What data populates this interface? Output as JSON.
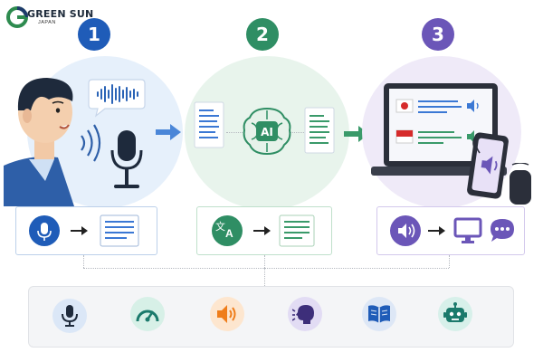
{
  "logo": {
    "name": "GREEN SUN",
    "sub": "JAPAN"
  },
  "steps": [
    {
      "number": "1",
      "color": "#1f5cb8"
    },
    {
      "number": "2",
      "color": "#2f8e64"
    },
    {
      "number": "3",
      "color": "#6b56b8"
    }
  ],
  "ai_chip_label": "AI",
  "translate_icon_glyphs": {
    "source": "文",
    "target": "A"
  },
  "colors": {
    "blue": "#1f5cb8",
    "green": "#2f8e64",
    "purple": "#6b56b8",
    "orange": "#ef7d1a"
  },
  "pipeline": [
    {
      "stage": "speech-to-text",
      "from_icon": "microphone-icon",
      "to_icon": "document-icon"
    },
    {
      "stage": "translation",
      "from_icon": "translate-icon",
      "to_icon": "document-icon"
    },
    {
      "stage": "text-to-speech",
      "from_icon": "speaker-icon",
      "to_icons": [
        "monitor-icon",
        "chat-bubble-icon"
      ]
    }
  ],
  "tools": [
    {
      "icon": "microphone-icon"
    },
    {
      "icon": "speedometer-icon"
    },
    {
      "icon": "speaker-icon"
    },
    {
      "icon": "speaking-head-icon"
    },
    {
      "icon": "open-book-icon"
    },
    {
      "icon": "robot-icon"
    }
  ]
}
